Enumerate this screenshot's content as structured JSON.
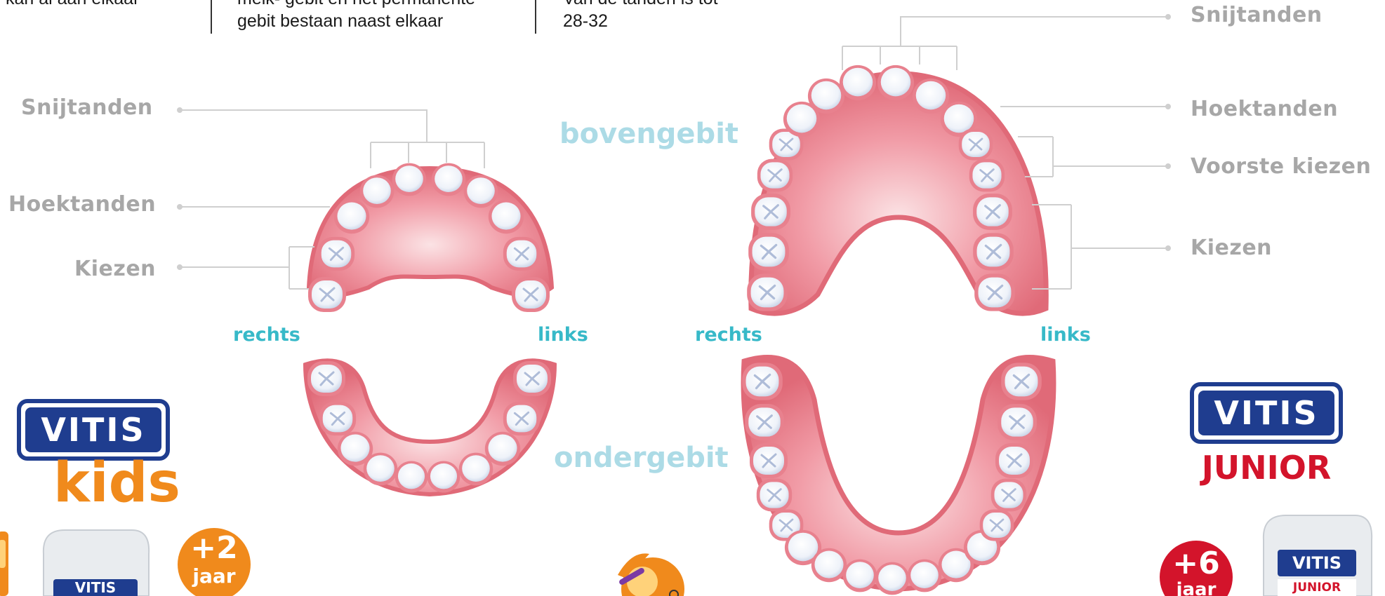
{
  "top_text": {
    "col1_line1": "kan al aan elkaar",
    "col2_line1": "melk- gebit en het permanente",
    "col2_line2": "gebit bestaan naast elkaar",
    "col3_line1": "Van de tanden is tot",
    "col3_line2": "28-32"
  },
  "milk": {
    "labels": {
      "incisors": "Snijtanden",
      "canines": "Hoektanden",
      "molars": "Kiezen"
    },
    "right": "rechts",
    "left": "links"
  },
  "jaw_titles": {
    "upper": "bovengebit",
    "lower": "ondergebit"
  },
  "permanent": {
    "labels": {
      "incisors": "Snijtanden",
      "canines": "Hoektanden",
      "premolars": "Voorste kiezen",
      "molars": "Kiezen"
    },
    "right": "rechts",
    "left": "links"
  },
  "brand_left": {
    "logo": "VITIS",
    "sub": "kids",
    "age_plus": "+2",
    "age_unit": "jaar",
    "tube_logo": "VITIS"
  },
  "brand_right": {
    "logo": "VITIS",
    "sub": "JUNIOR",
    "age_plus": "+6",
    "age_unit": "jaar",
    "tube_logo": "VITIS",
    "tube_sub": "JUNIOR"
  },
  "colors": {
    "gum": "#e06a78",
    "gum_light": "#f7cfd3",
    "tooth": "#ffffff",
    "tooth_shade": "#c6d2e6",
    "label_grey": "#a7a7a7",
    "side_blue": "#37b9c8",
    "title_blue": "#acdbe6",
    "vitis_blue": "#1f3d8f",
    "junior_red": "#d3142b",
    "kids_orange": "#f08a1c"
  }
}
